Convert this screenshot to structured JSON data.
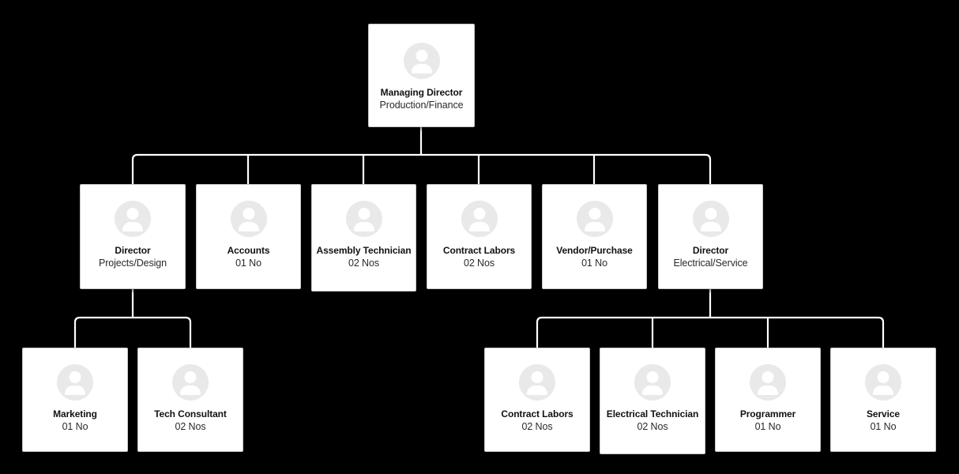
{
  "chart": {
    "kind": "organization-chart",
    "background_color": "#000000",
    "card_color": "#ffffff",
    "card_border_color": "#c9c9c9",
    "connector_color": "#ffffff",
    "avatar_circle_color": "#e9e9e9",
    "avatar_glyph_color": "#ffffff",
    "avatar_icon": "person-icon"
  },
  "nodes": [
    {
      "id": "md",
      "title": "Managing Director",
      "subtitle": "Production/Finance",
      "level": 1
    },
    {
      "id": "dir-pd",
      "title": "Director",
      "subtitle": "Projects/Design",
      "level": 2
    },
    {
      "id": "accounts",
      "title": "Accounts",
      "subtitle": "01 No",
      "level": 2
    },
    {
      "id": "assembly",
      "title": "Assembly Technician",
      "subtitle": "02 Nos",
      "level": 2
    },
    {
      "id": "contract2",
      "title": "Contract Labors",
      "subtitle": "02 Nos",
      "level": 2
    },
    {
      "id": "vendor",
      "title": "Vendor/Purchase",
      "subtitle": "01 No",
      "level": 2
    },
    {
      "id": "dir-es",
      "title": "Director",
      "subtitle": "Electrical/Service",
      "level": 2
    },
    {
      "id": "marketing",
      "title": "Marketing",
      "subtitle": "01 No",
      "level": 3
    },
    {
      "id": "techcons",
      "title": "Tech Consultant",
      "subtitle": "02 Nos",
      "level": 3
    },
    {
      "id": "contract3",
      "title": "Contract Labors",
      "subtitle": "02 Nos",
      "level": 3
    },
    {
      "id": "electech",
      "title": "Electrical Technician",
      "subtitle": "02 Nos",
      "level": 3
    },
    {
      "id": "programmer",
      "title": "Programmer",
      "subtitle": "01 No",
      "level": 3
    },
    {
      "id": "service",
      "title": "Service",
      "subtitle": "01 No",
      "level": 3
    }
  ]
}
